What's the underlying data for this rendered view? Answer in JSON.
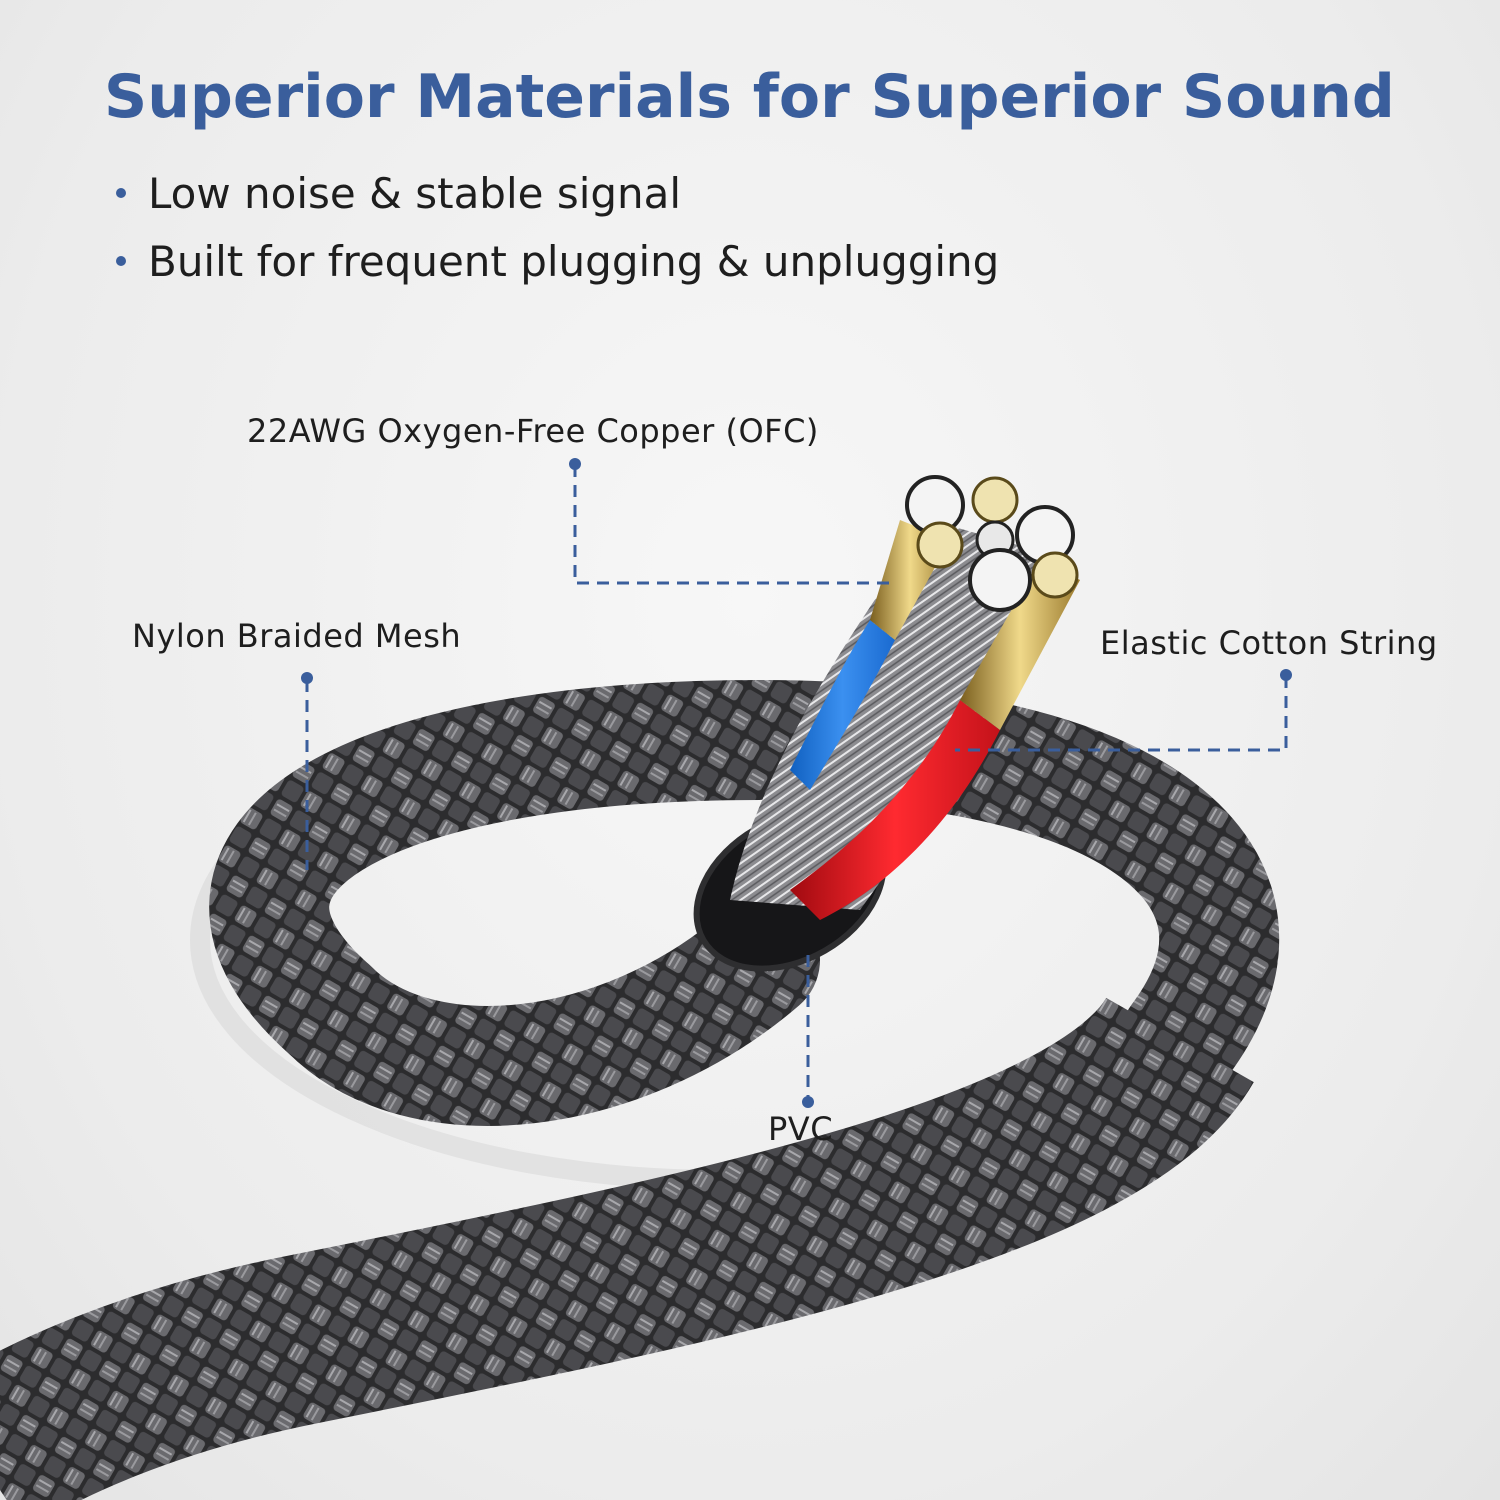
{
  "header": {
    "title": "Superior Materials for Superior Sound",
    "bullets": [
      "Low noise & stable signal",
      "Built for frequent plugging & unplugging"
    ]
  },
  "callouts": {
    "copper": "22AWG Oxygen-Free Copper (OFC)",
    "nylon": "Nylon Braided Mesh",
    "cotton": "Elastic Cotton String",
    "pvc": "PVC"
  },
  "colors": {
    "accent": "#3a5e9c",
    "text": "#1e1e1e",
    "background": "#f0f0f0",
    "wire_red": "#e0141c",
    "wire_blue": "#1f7be0",
    "copper_gold": "#c9a84a",
    "braid_dark": "#3a3a3c"
  }
}
